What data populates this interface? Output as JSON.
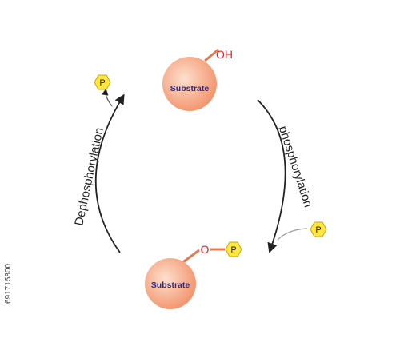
{
  "diagram": {
    "top_substrate": {
      "label": "Substrate",
      "group": "OH"
    },
    "bottom_substrate": {
      "label": "Substrate",
      "oxygen": "O",
      "phosphate": "P"
    },
    "right_arc": {
      "label": "phosphorylation",
      "phosphate": "P"
    },
    "left_arc": {
      "label": "Dephosphorylation",
      "phosphate": "P"
    }
  },
  "stock_id": "691715800",
  "colors": {
    "sphere_light": "#fde0cf",
    "sphere_dark": "#f2926a",
    "bond": "#e37a53",
    "hydroxyl": "#d8262e",
    "phosphate_fill": "#ffe640",
    "phosphate_stroke": "#c9a800",
    "substrate_text": "#2b2a8c"
  }
}
